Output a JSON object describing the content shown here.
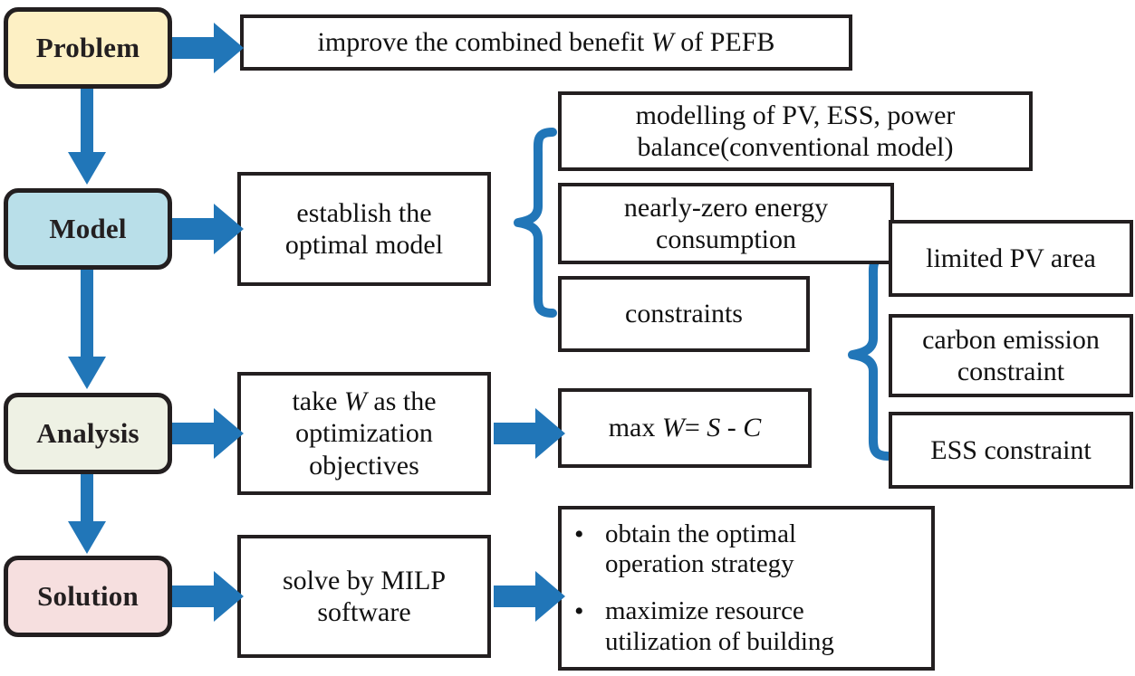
{
  "diagram": {
    "title": "PEFB combined-benefit optimization flowchart",
    "accent_color": "#2176b8",
    "outline_color": "#231f20",
    "stages": [
      {
        "id": "problem",
        "label": "Problem",
        "fill": "#fdf0c4"
      },
      {
        "id": "model",
        "label": "Model",
        "fill": "#b9dfe9"
      },
      {
        "id": "analysis",
        "label": "Analysis",
        "fill": "#eef1e4"
      },
      {
        "id": "solution",
        "label": "Solution",
        "fill": "#f6dfdf"
      }
    ],
    "boxes": {
      "problem_statement": {
        "pre": "improve the combined benefit ",
        "var": "W",
        "post": " of PEFB"
      },
      "establish_model": "establish the\noptimal model",
      "model_details": [
        "modelling of PV, ESS, power\nbalance(conventional model)",
        "nearly-zero energy\nconsumption",
        "constraints"
      ],
      "constraint_details": [
        "limited PV area",
        "carbon emission\nconstraint",
        "ESS constraint"
      ],
      "analysis_objective": {
        "pre": "take ",
        "var": "W",
        "post": " as the\noptimization\nobjectives"
      },
      "objective_formula": {
        "pre": "max ",
        "v1": "W",
        "mid": "= ",
        "v2": "S",
        "dash": " - ",
        "v3": "C"
      },
      "solve_method": "solve by MILP\nsoftware",
      "outcomes": [
        "obtain the optimal\noperation strategy",
        "maximize resource\nutilization of building"
      ],
      "bullet_glyph": "•"
    }
  }
}
